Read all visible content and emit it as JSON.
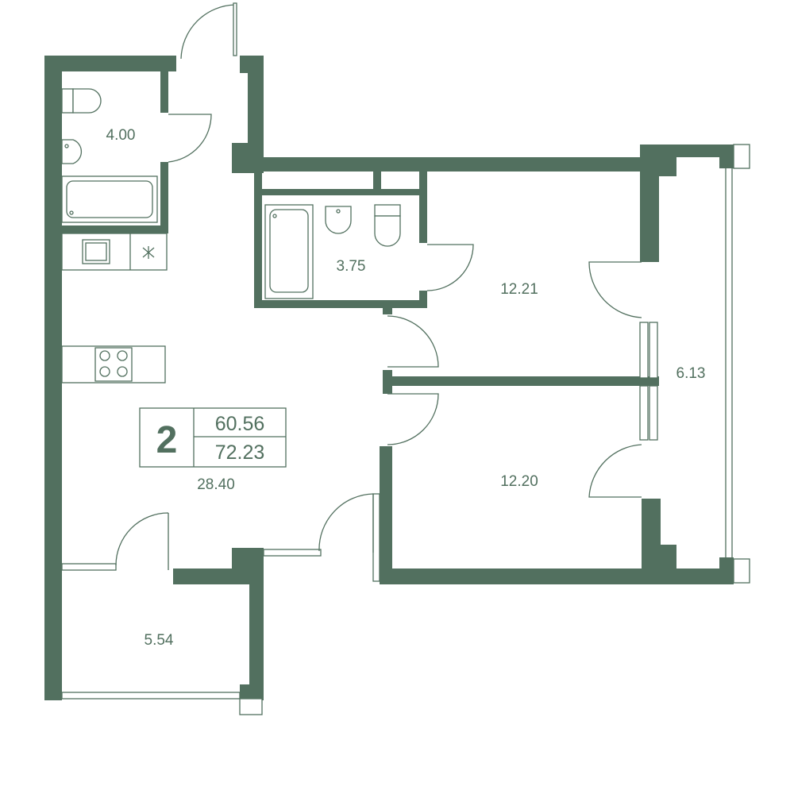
{
  "apartment": {
    "rooms_count": "2",
    "living_area": "60.56",
    "total_area": "72.23"
  },
  "rooms": {
    "bathroom_main": "4.00",
    "bathroom_second": "3.75",
    "bedroom_upper": "12.21",
    "bedroom_lower": "12.20",
    "balcony": "6.13",
    "living_kitchen": "28.40",
    "loggia": "5.54"
  },
  "colors": {
    "wall": "#52705f",
    "background": "#ffffff"
  }
}
